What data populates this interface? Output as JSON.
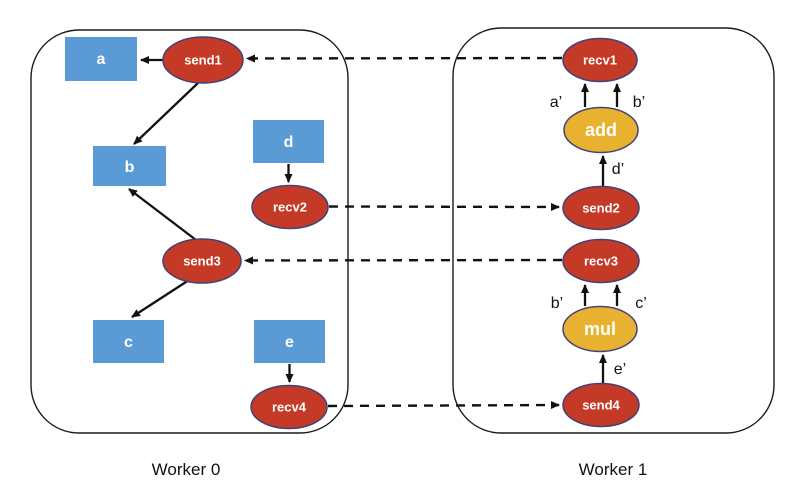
{
  "workers": [
    {
      "label": "Worker 0",
      "nodes": [
        {
          "id": "a",
          "label": "a",
          "type": "tensor"
        },
        {
          "id": "send1",
          "label": "send1",
          "type": "comm"
        },
        {
          "id": "b",
          "label": "b",
          "type": "tensor"
        },
        {
          "id": "d",
          "label": "d",
          "type": "tensor"
        },
        {
          "id": "recv2",
          "label": "recv2",
          "type": "comm"
        },
        {
          "id": "send3",
          "label": "send3",
          "type": "comm"
        },
        {
          "id": "c",
          "label": "c",
          "type": "tensor"
        },
        {
          "id": "e",
          "label": "e",
          "type": "tensor"
        },
        {
          "id": "recv4",
          "label": "recv4",
          "type": "comm"
        }
      ]
    },
    {
      "label": "Worker 1",
      "nodes": [
        {
          "id": "recv1",
          "label": "recv1",
          "type": "comm"
        },
        {
          "id": "add",
          "label": "add",
          "type": "op"
        },
        {
          "id": "send2",
          "label": "send2",
          "type": "comm"
        },
        {
          "id": "recv3",
          "label": "recv3",
          "type": "comm"
        },
        {
          "id": "mul",
          "label": "mul",
          "type": "op"
        },
        {
          "id": "send4",
          "label": "send4",
          "type": "comm"
        }
      ],
      "edge_labels": [
        {
          "id": "a-prime",
          "label": "a’"
        },
        {
          "id": "b-prime-top",
          "label": "b’"
        },
        {
          "id": "d-prime",
          "label": "d’"
        },
        {
          "id": "b-prime-bottom",
          "label": "b’"
        },
        {
          "id": "c-prime",
          "label": "c’"
        },
        {
          "id": "e-prime",
          "label": "e’"
        }
      ]
    }
  ],
  "edges": {
    "solid": [
      {
        "from": "send1",
        "to": "a"
      },
      {
        "from": "send1",
        "to": "b"
      },
      {
        "from": "send3",
        "to": "b"
      },
      {
        "from": "send3",
        "to": "c"
      },
      {
        "from": "d",
        "to": "recv2"
      },
      {
        "from": "e",
        "to": "recv4"
      },
      {
        "from": "add",
        "to": "recv1",
        "label": "a’"
      },
      {
        "from": "add",
        "to": "recv1",
        "label": "b’"
      },
      {
        "from": "send2",
        "to": "add",
        "label": "d’"
      },
      {
        "from": "mul",
        "to": "recv3",
        "label": "b’"
      },
      {
        "from": "mul",
        "to": "recv3",
        "label": "c’"
      },
      {
        "from": "send4",
        "to": "mul",
        "label": "e’"
      }
    ],
    "dashed": [
      {
        "from": "recv1",
        "to": "send1"
      },
      {
        "from": "recv2",
        "to": "send2"
      },
      {
        "from": "recv3",
        "to": "send3"
      },
      {
        "from": "recv4",
        "to": "send4"
      }
    ]
  },
  "colors": {
    "tensor_fill": "#5B9BD5",
    "comm_fill": "#C43A26",
    "op_fill": "#E8B130",
    "node_stroke": "#434279",
    "edge_color": "#111111"
  }
}
